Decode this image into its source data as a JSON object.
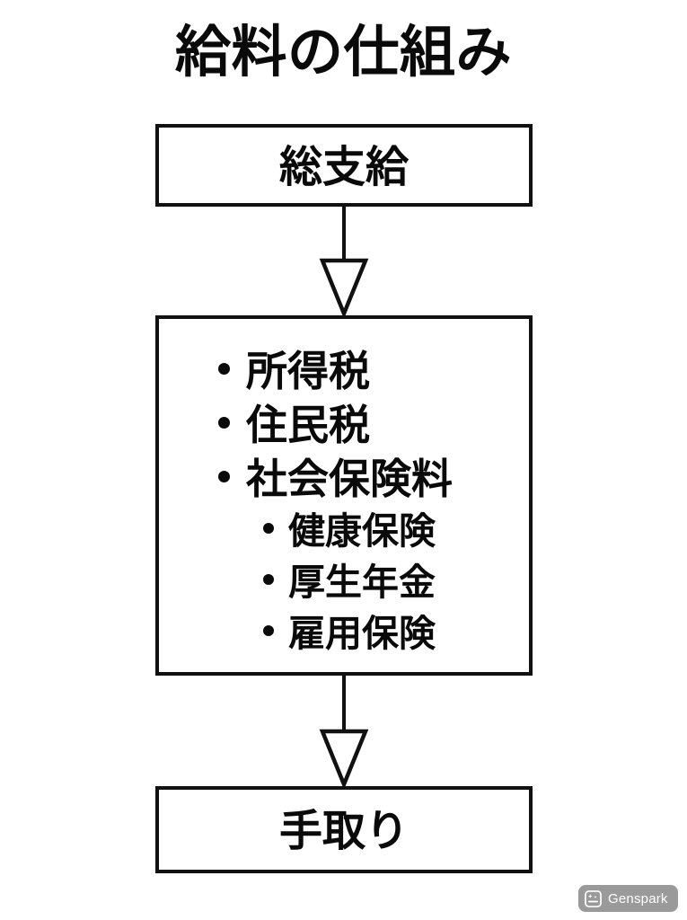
{
  "page": {
    "title": "給料の仕組み",
    "background_color": "#ffffff",
    "line_color": "#111111",
    "text_color": "#0a0a0a"
  },
  "diagram": {
    "type": "flowchart",
    "direction": "top-to-bottom",
    "nodes": [
      {
        "id": "gross",
        "label": "総支給",
        "shape": "rectangle"
      },
      {
        "id": "deductions",
        "shape": "rectangle",
        "items": [
          {
            "level": 1,
            "label": "所得税"
          },
          {
            "level": 1,
            "label": "住民税"
          },
          {
            "level": 1,
            "label": "社会保険料"
          },
          {
            "level": 2,
            "label": "健康保険"
          },
          {
            "level": 2,
            "label": "厚生年金"
          },
          {
            "level": 2,
            "label": "雇用保険"
          }
        ]
      },
      {
        "id": "net",
        "label": "手取り",
        "shape": "rectangle"
      }
    ],
    "edges": [
      {
        "id": "edge-1",
        "from": "gross",
        "to": "deductions",
        "style": "hollow-arrow-down"
      },
      {
        "id": "edge-2",
        "from": "deductions",
        "to": "net",
        "style": "hollow-arrow-down"
      }
    ]
  },
  "watermark": {
    "label": "Genspark",
    "icon": "sparkle-badge-icon",
    "background_color": "#8d8d8d",
    "text_color": "#ffffff"
  }
}
